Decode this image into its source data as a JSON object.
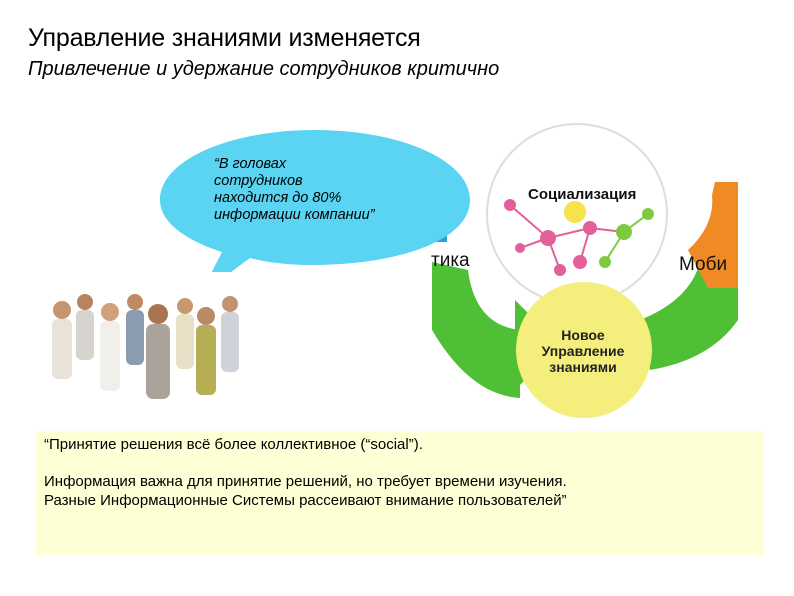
{
  "header": {
    "title": "Управление знаниями изменяется",
    "subtitle": "Привлечение и удержание сотрудников критично"
  },
  "bubble": {
    "text": "“В головах\nсотрудников\nнаходится до 80%\nинформации компании”"
  },
  "cycle": {
    "socialization_label": "Социализация",
    "left_label_fragment": "тика",
    "right_label_fragment": "Моби",
    "center_label": "Новое\nУправление\nзнаниями",
    "colors": {
      "arrow_green": "#4fbf35",
      "arrow_orange": "#f08a24",
      "center_circle": "#f4ee7c",
      "bubble": "#5ad4f2"
    }
  },
  "quote": {
    "line1": "“Принятие решения всё более коллективное (“social”).",
    "line2": "Информация важна для принятие решений, но требует времени изучения.",
    "line3": "Разные Информационные Системы рассеивают внимание пользователей”"
  }
}
